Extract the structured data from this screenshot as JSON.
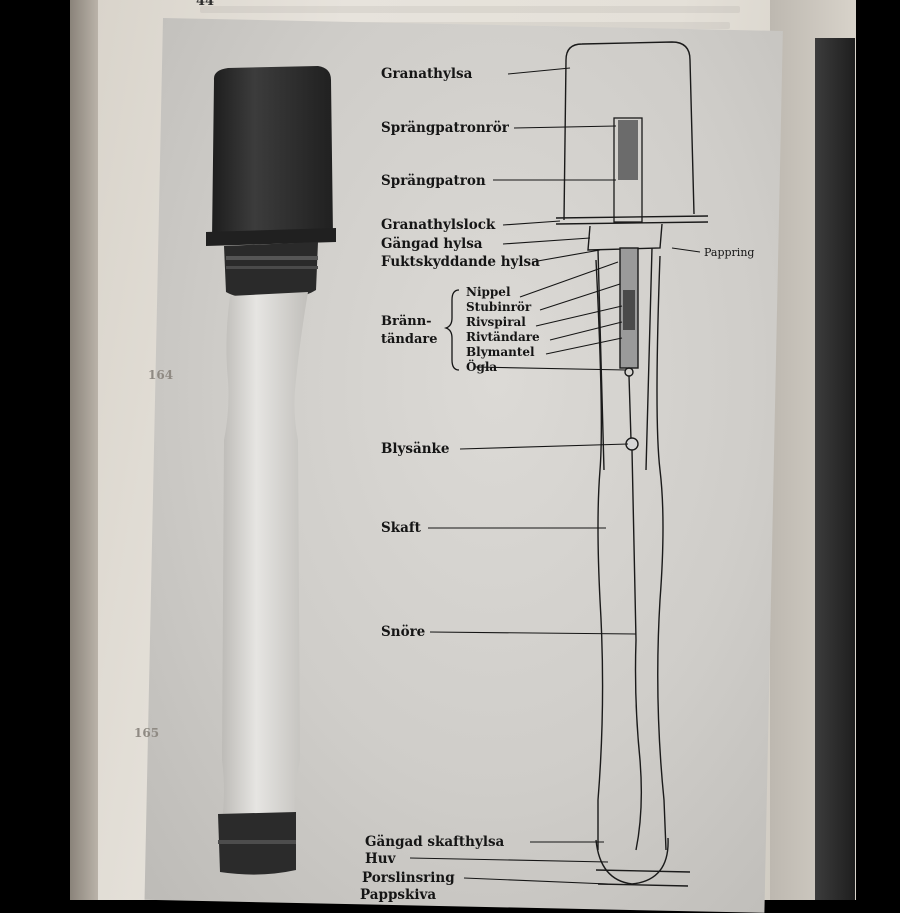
{
  "page": {
    "page_number": "44",
    "margin_numbers": [
      "164",
      "165"
    ]
  },
  "figure": {
    "labels": {
      "granathylsa": "Granathylsa",
      "sprangpatronror": "Sprängpatronrör",
      "sprangpatron": "Sprängpatron",
      "granathylslock": "Granathylslock",
      "gangad_hylsa": "Gängad hylsa",
      "fuktskyddande_hylsa": "Fuktskyddande hylsa",
      "nippel": "Nippel",
      "stubinror": "Stubinrör",
      "rivspiral": "Rivspiral",
      "rivtandare": "Rivtändare",
      "blymantel": "Blymantel",
      "ogla": "Ögla",
      "brann_tandare": "Bränn-tändare",
      "blysanke": "Blysänke",
      "skaft": "Skaft",
      "snore": "Snöre",
      "gangad_skafthylsa": "Gängad skafthylsa",
      "huv": "Huv",
      "porslinsring": "Porslinsring",
      "pappskiva": "Pappskiva",
      "pappring": "Pappring"
    }
  },
  "colors": {
    "paper": "#e4e0d8",
    "photo_panel": "#cfcdc9",
    "ink": "#151515",
    "grenade_head": "#2e2e2e"
  }
}
